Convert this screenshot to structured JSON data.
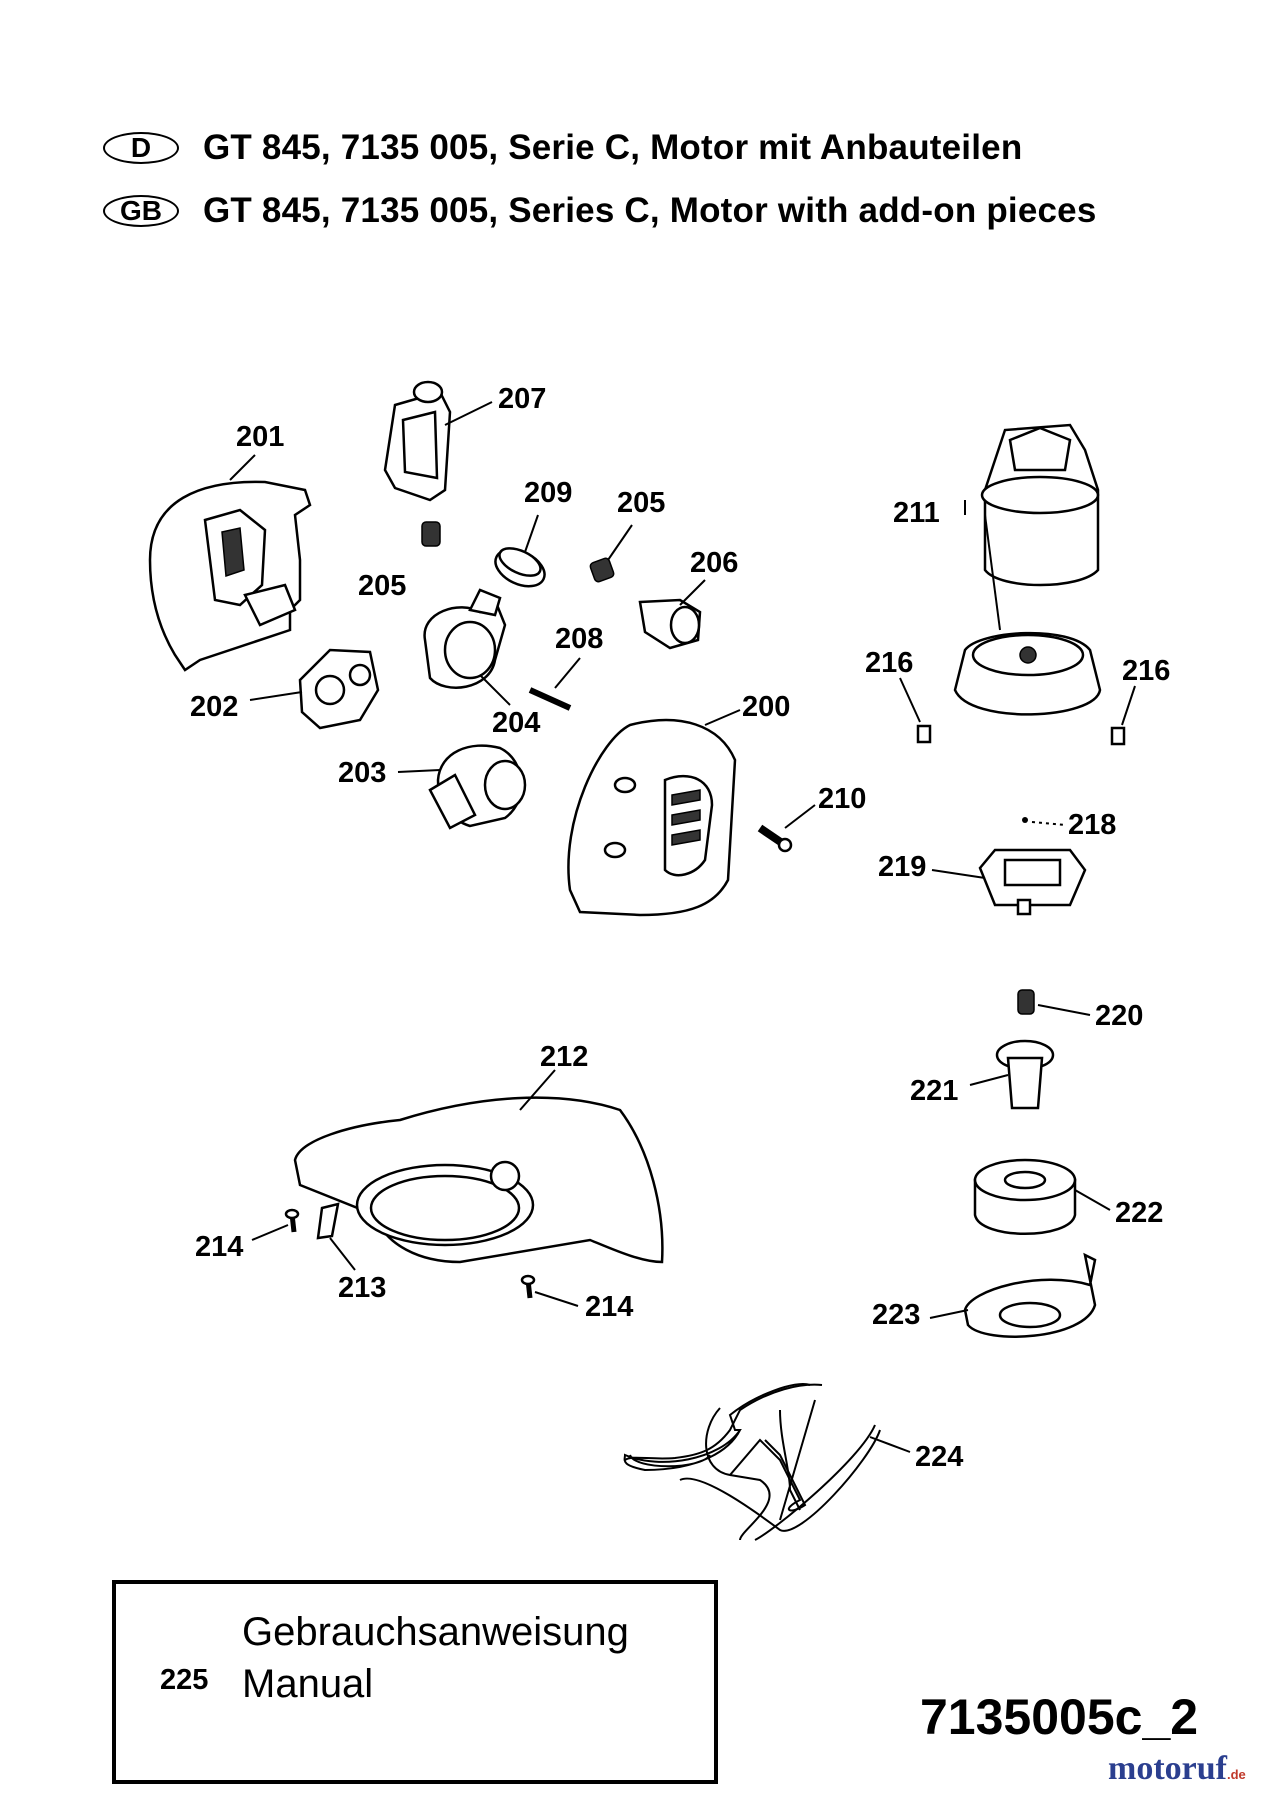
{
  "header": {
    "lines": [
      {
        "badge": "D",
        "text": "GT 845, 7135 005, Serie C, Motor mit Anbauteilen"
      },
      {
        "badge": "GB",
        "text": "GT 845, 7135 005, Series C, Motor with add-on pieces"
      }
    ]
  },
  "parts": {
    "p200": "200",
    "p201": "201",
    "p202": "202",
    "p203": "203",
    "p204": "204",
    "p205a": "205",
    "p205b": "205",
    "p206": "206",
    "p207": "207",
    "p208": "208",
    "p209": "209",
    "p210": "210",
    "p211": "211",
    "p212": "212",
    "p213": "213",
    "p214a": "214",
    "p214b": "214",
    "p216a": "216",
    "p216b": "216",
    "p218": "218",
    "p219": "219",
    "p220": "220",
    "p221": "221",
    "p222": "222",
    "p223": "223",
    "p224": "224"
  },
  "manual": {
    "number": "225",
    "line_de": "Gebrauchsanweisung",
    "line_en": "Manual"
  },
  "drawing_code": "7135005c_2",
  "watermark": {
    "brand": "motoruf",
    "suffix": ".de"
  }
}
